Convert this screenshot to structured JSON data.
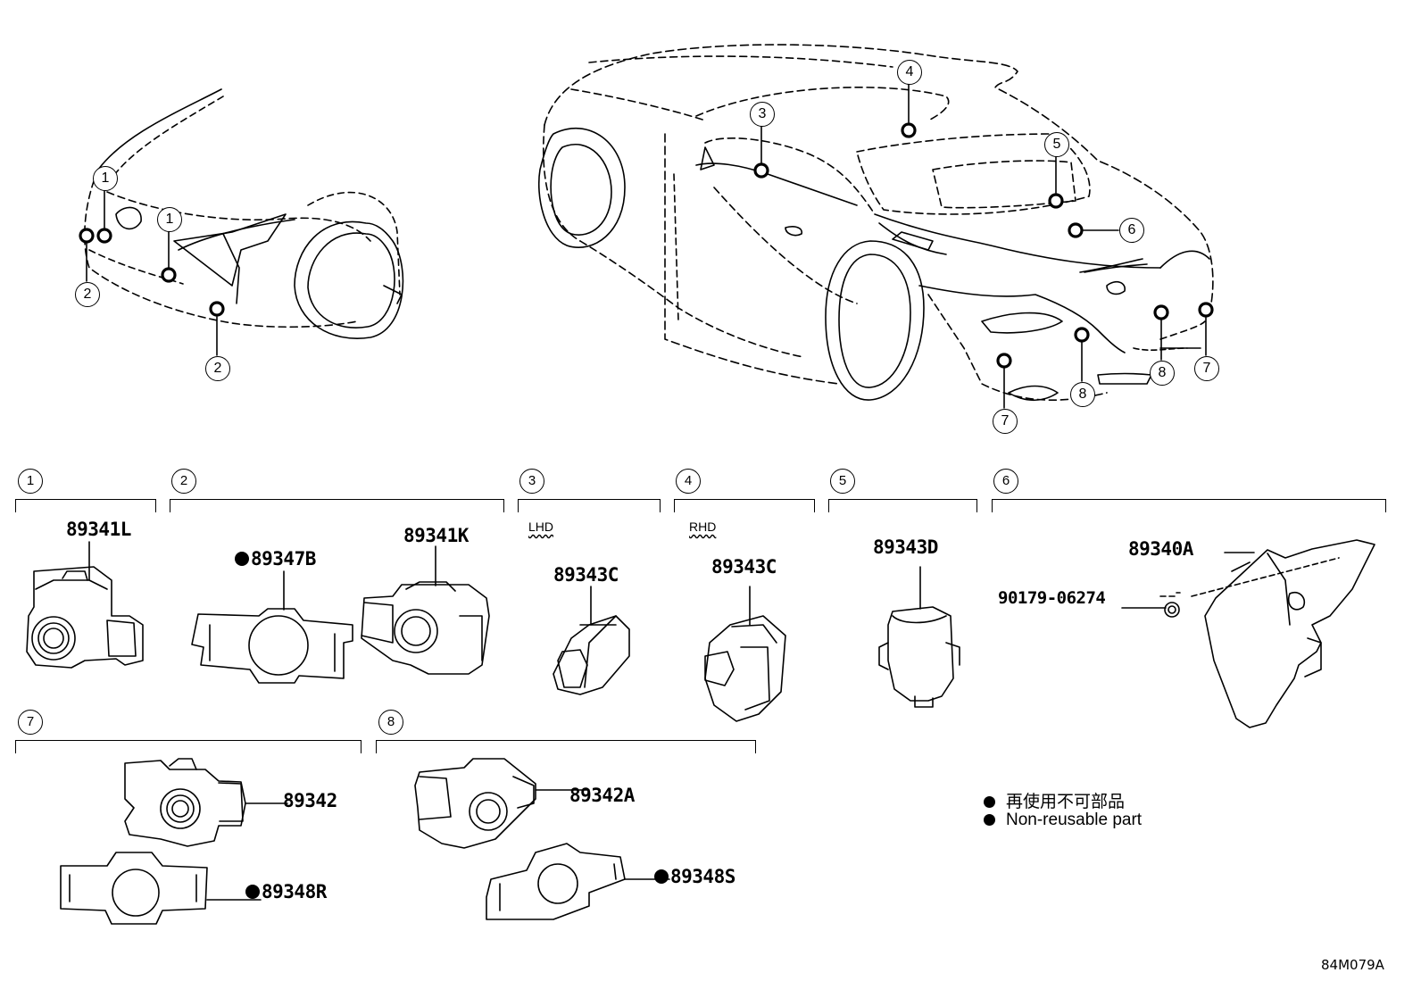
{
  "callouts": [
    {
      "id": "front-1a",
      "label": "1"
    },
    {
      "id": "front-1b",
      "label": "1"
    },
    {
      "id": "front-2a",
      "label": "2"
    },
    {
      "id": "front-2b",
      "label": "2"
    },
    {
      "id": "rear-3",
      "label": "3"
    },
    {
      "id": "rear-4",
      "label": "4"
    },
    {
      "id": "rear-5",
      "label": "5"
    },
    {
      "id": "rear-6",
      "label": "6"
    },
    {
      "id": "rear-7a",
      "label": "7"
    },
    {
      "id": "rear-7b",
      "label": "7"
    },
    {
      "id": "rear-8a",
      "label": "8"
    },
    {
      "id": "rear-8b",
      "label": "8"
    }
  ],
  "sections": [
    {
      "num": "1"
    },
    {
      "num": "2"
    },
    {
      "num": "3",
      "variant": "LHD"
    },
    {
      "num": "4",
      "variant": "RHD"
    },
    {
      "num": "5"
    },
    {
      "num": "6"
    },
    {
      "num": "7"
    },
    {
      "num": "8"
    }
  ],
  "parts": {
    "p89341L": "89341L",
    "p89347B": "89347B",
    "p89341K": "89341K",
    "p89343C_lhd": "89343C",
    "p89343C_rhd": "89343C",
    "p89343D": "89343D",
    "p89340A": "89340A",
    "p90179": "90179-06274",
    "p89342": "89342",
    "p89348R": "89348R",
    "p89342A": "89342A",
    "p89348S": "89348S"
  },
  "legend": {
    "ja": "再使用不可部品",
    "en": "Non-reusable part"
  },
  "diagram_code": "84M079A"
}
